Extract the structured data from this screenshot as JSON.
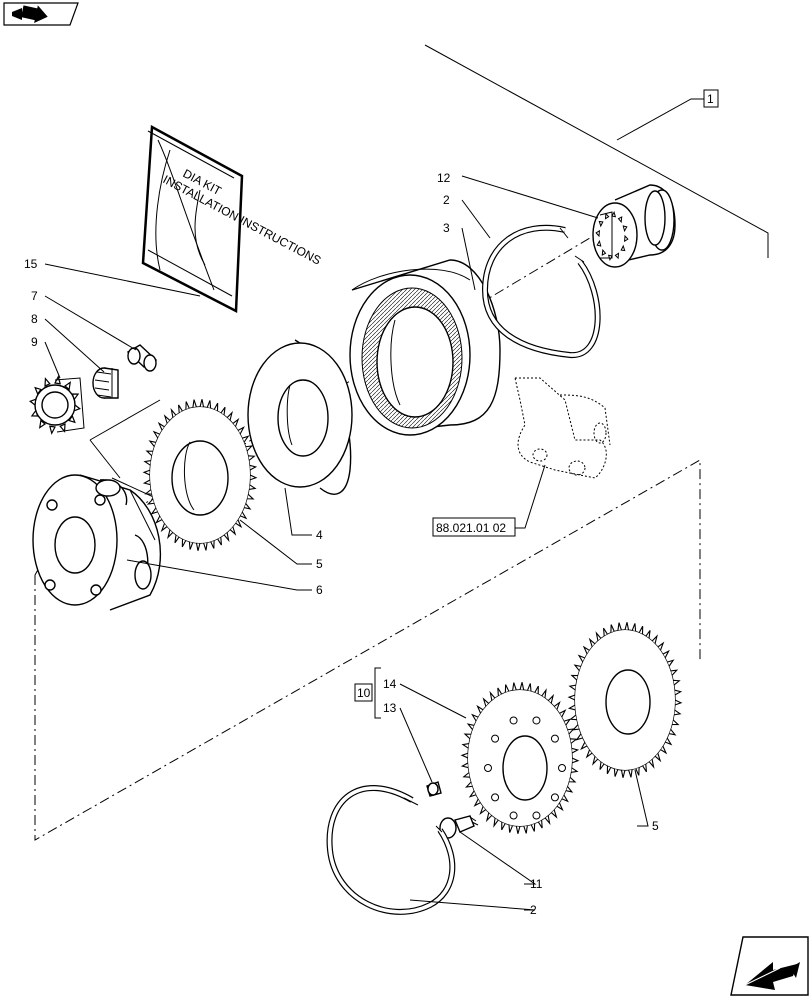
{
  "callouts": {
    "c1": "1",
    "c2a": "2",
    "c2b": "2",
    "c3": "3",
    "c4": "4",
    "c5a": "5",
    "c5b": "5",
    "c6": "6",
    "c7": "7",
    "c8": "8",
    "c9": "9",
    "c10": "10",
    "c11": "11",
    "c12": "12",
    "c13": "13",
    "c14": "14",
    "c15": "15"
  },
  "reference_label": "88.021.01 02",
  "booklet": {
    "line1": "DIA KIT",
    "line2": "INSTALLATION INSTRUCTIONS"
  },
  "icons": {
    "top_nav": "back-arrow-icon",
    "bottom_nav": "forward-arrow-icon"
  }
}
